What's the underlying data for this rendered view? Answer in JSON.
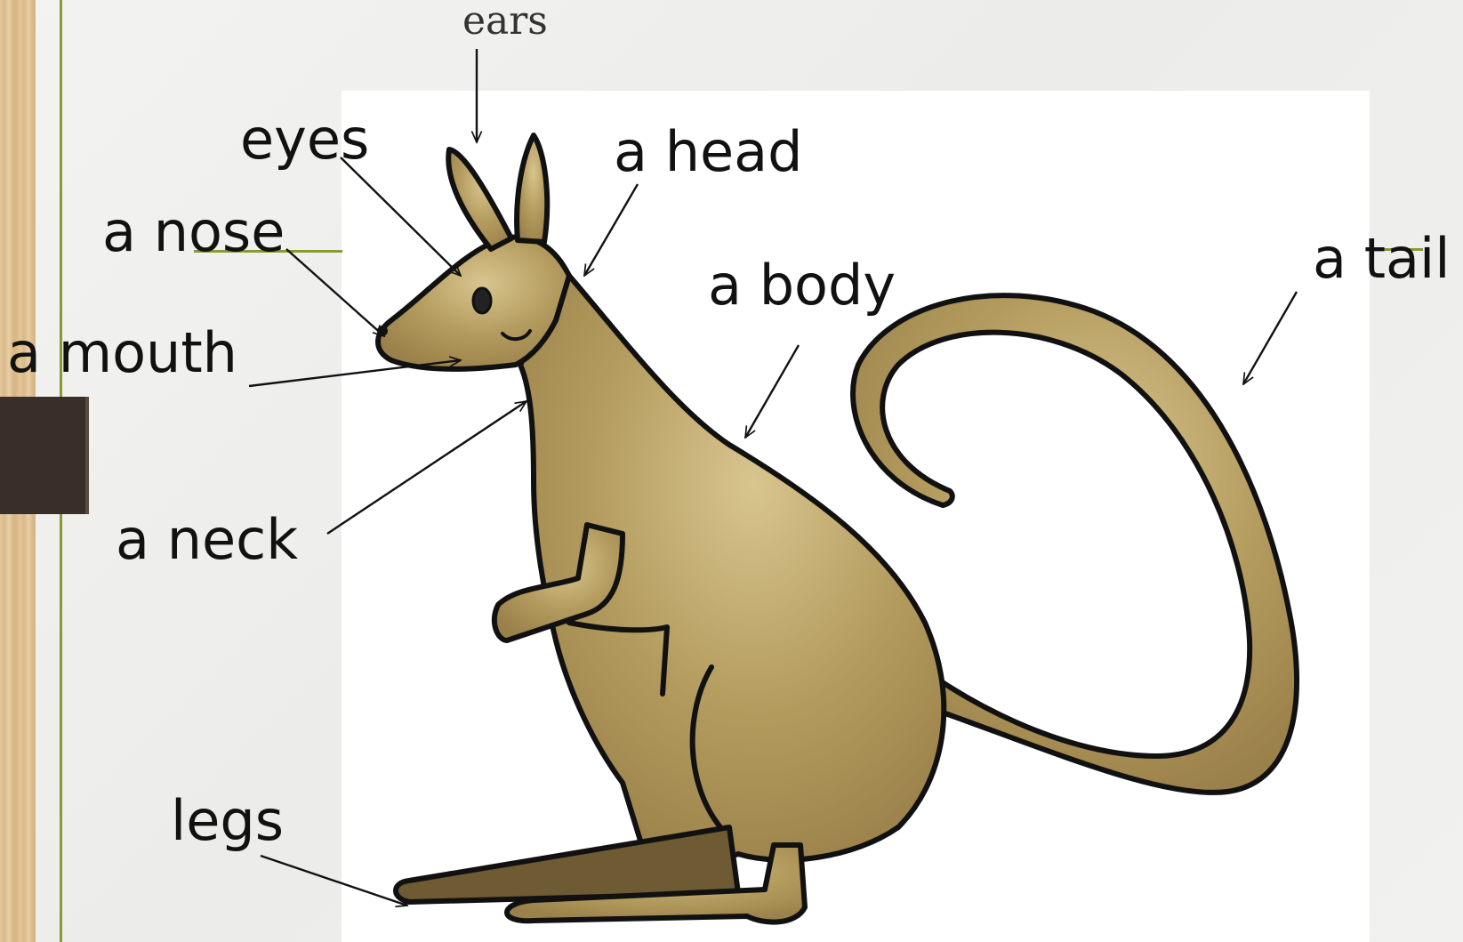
{
  "labels": {
    "ears": "ears",
    "eyes": "eyes",
    "head": "a head",
    "nose": "a nose",
    "mouth": "a mouth",
    "body": "a body",
    "tail": "a tail",
    "neck": "a neck",
    "legs": "legs"
  },
  "colors": {
    "accent_line": "#8b9a2e",
    "kangaroo_fur": "#b39b5e",
    "kangaroo_dark": "#6e5a33",
    "outline": "#111111",
    "side_tab": "#3a2e28"
  }
}
